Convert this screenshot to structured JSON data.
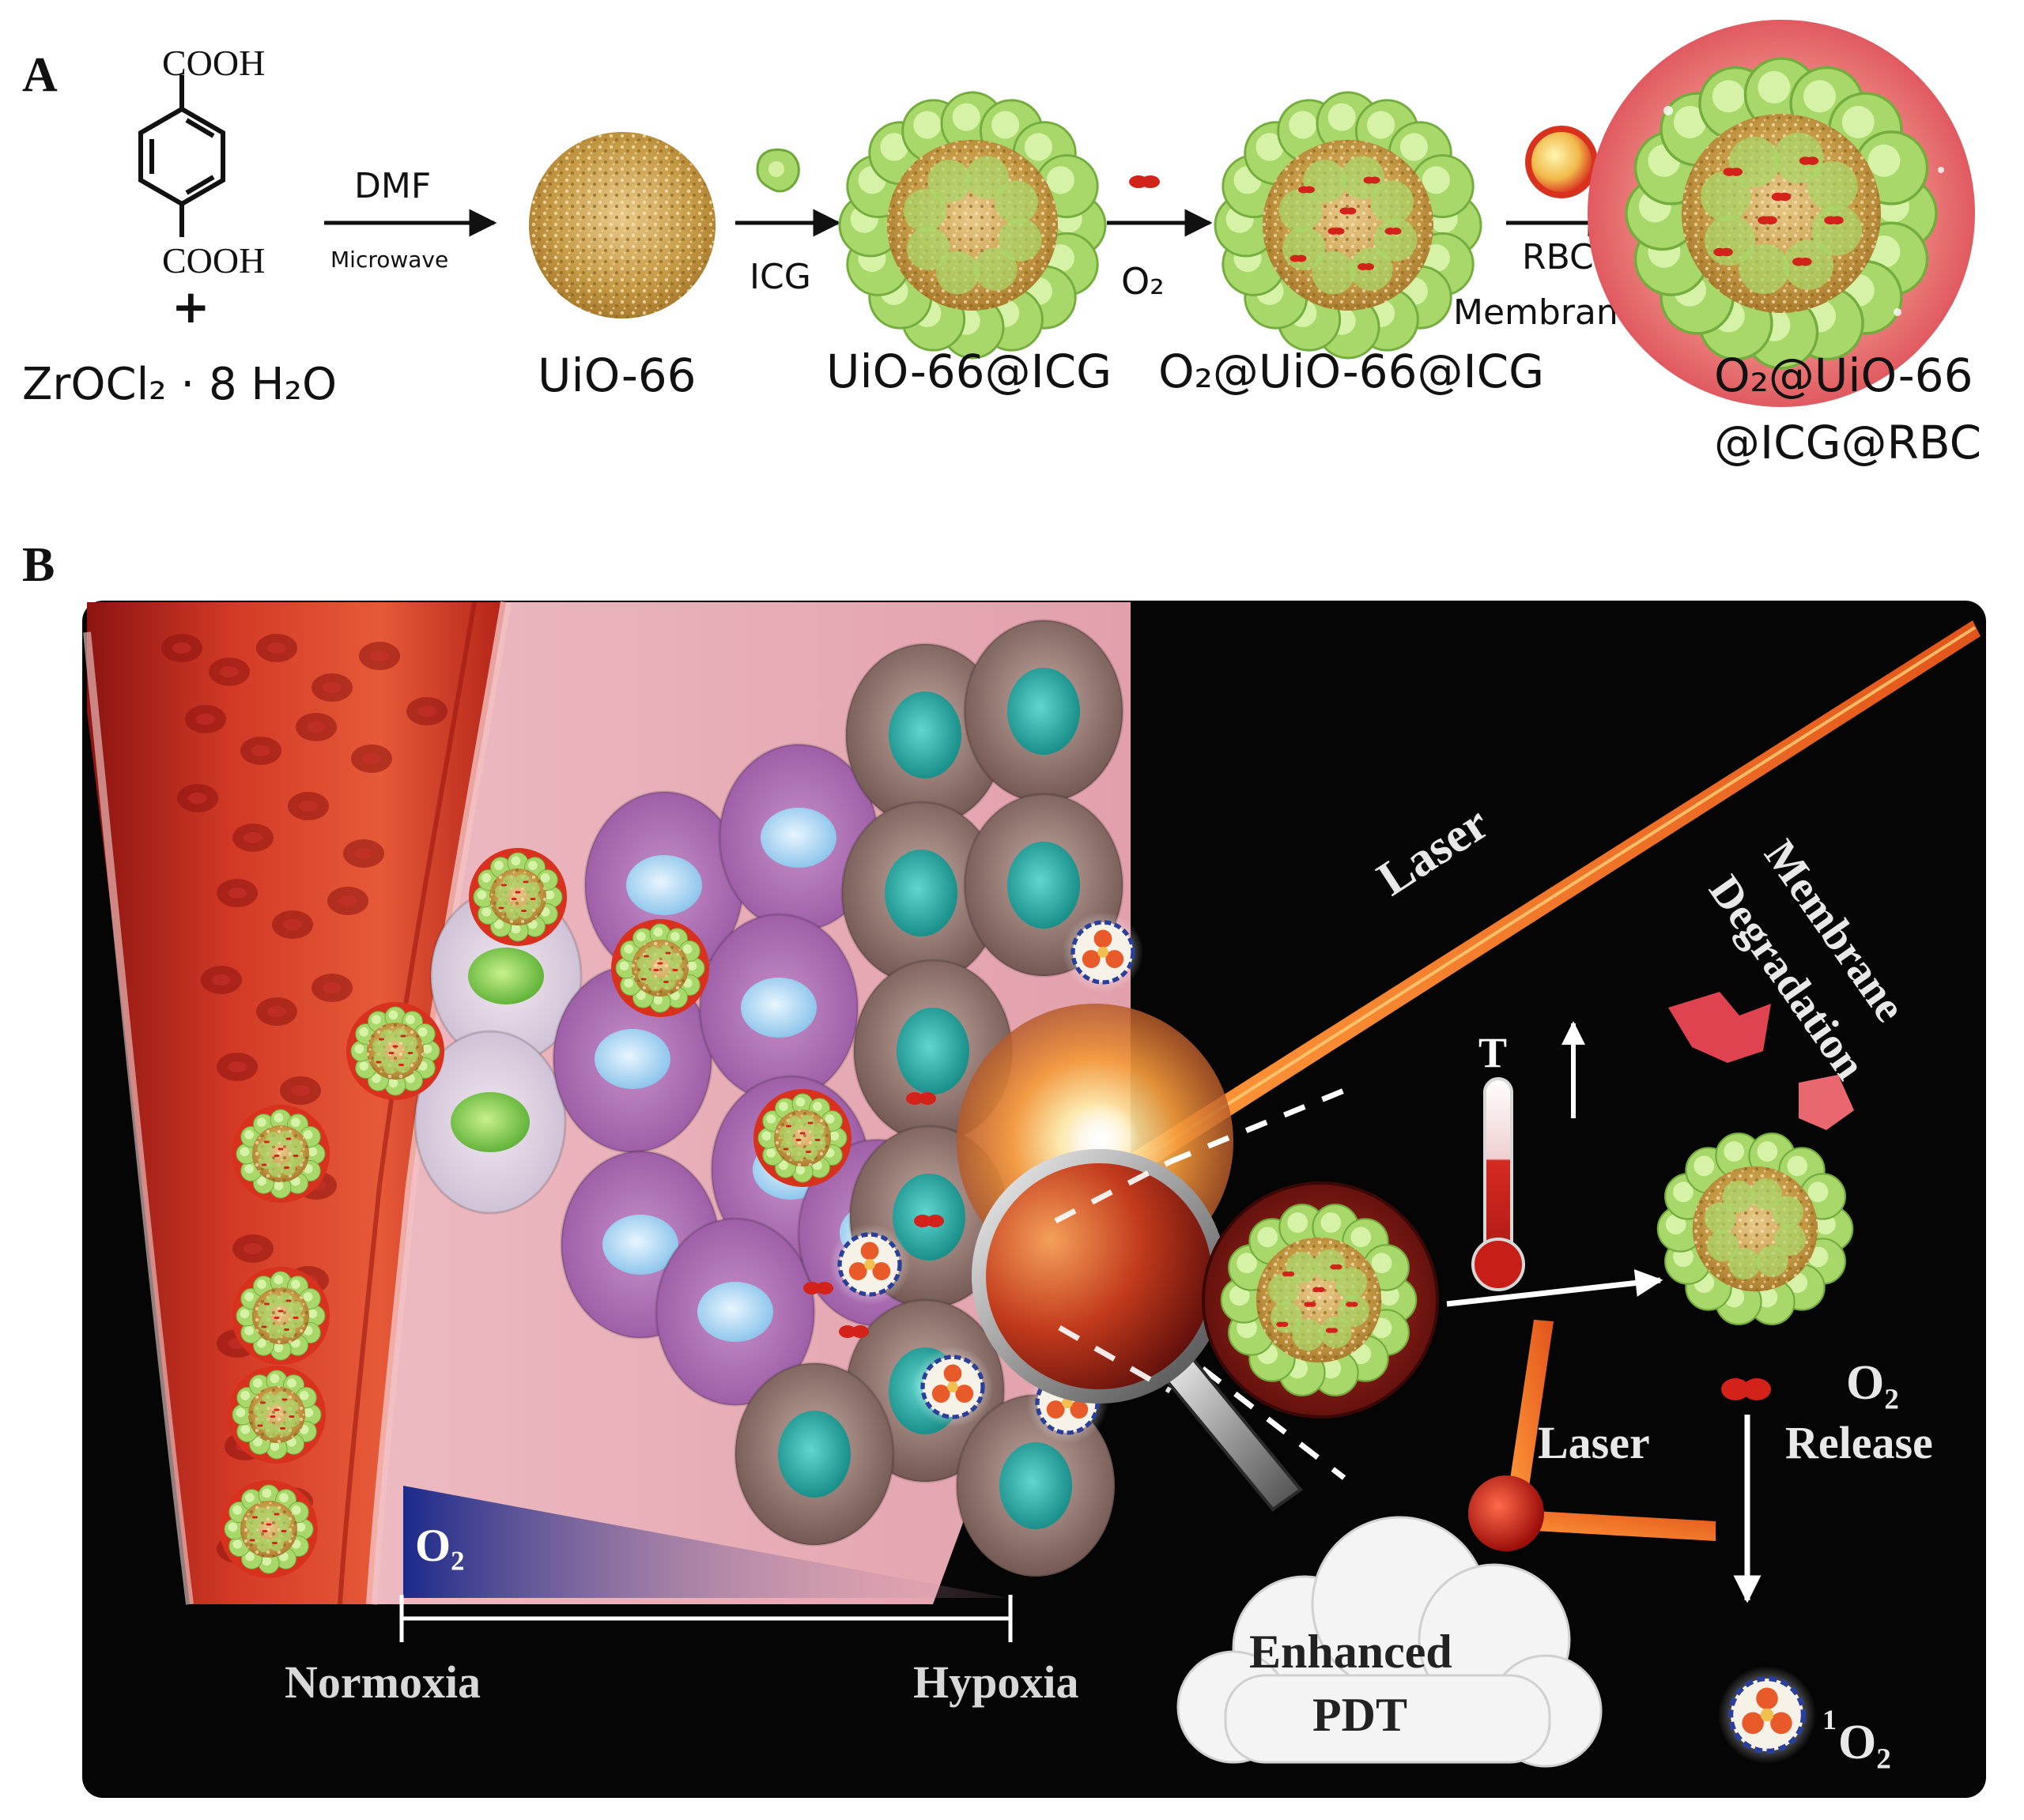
{
  "panel_a": {
    "label": "A",
    "reagent": {
      "top_group": "COOH",
      "bottom_group": "COOH",
      "plus": "+",
      "metal_salt": "ZrOCl₂ · 8 H₂O"
    },
    "steps": [
      {
        "above": "DMF",
        "below": "Microwave"
      },
      {
        "above": "",
        "below": "ICG"
      },
      {
        "above": "",
        "below": "O₂"
      },
      {
        "above": "",
        "below": "RBC",
        "below2": "Membrane"
      }
    ],
    "products": [
      {
        "name": "UiO-66"
      },
      {
        "name": "UiO-66@ICG"
      },
      {
        "name": "O₂@UiO-66@ICG"
      },
      {
        "name": "O₂@UiO-66",
        "name2": "@ICG@RBC"
      }
    ]
  },
  "panel_b": {
    "label": "B",
    "o2_gradient_label": "O₂",
    "normoxia_label": "Normoxia",
    "hypoxia_label": "Hypoxia",
    "laser_label_top": "Laser",
    "membrane_label_1": "Membrane",
    "membrane_label_2": "Degradation",
    "temperature_label": "T",
    "o2_release_1": "O₂",
    "o2_release_2": "Release",
    "laser_label_bottom": "Laser",
    "cloud_1": "Enhanced",
    "cloud_2": "PDT",
    "singlet_oxygen_sup": "1",
    "singlet_oxygen": "O₂"
  },
  "colors": {
    "vessel_red": "#c0221a",
    "tissue_pink": "#e7a9b2",
    "panel_black": "#050505",
    "mof_gold": "#c9a04a",
    "icg_green": "#a8d86a",
    "rbc_red": "#d8322a",
    "laser_orange": "#e8621e",
    "o2_gradient_blue": "#1e2f8c"
  }
}
